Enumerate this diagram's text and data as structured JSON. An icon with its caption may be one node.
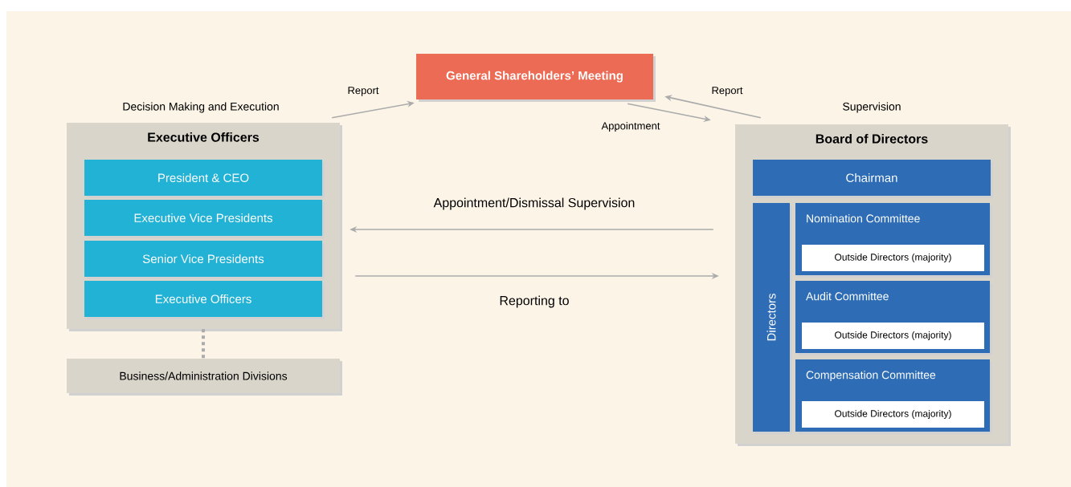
{
  "diagram": {
    "nodes": [
      {
        "text": [
          "General Shareholders’ Meeting"
        ]
      },
      {
        "text": [
          "Executive Officers"
        ],
        "beside": [
          "Decision Making and Execution"
        ]
      },
      {
        "text": [
          "President & CEO"
        ],
        "in": 1
      },
      {
        "text": [
          "Executive Vice Presidents"
        ],
        "in": 1
      },
      {
        "text": [
          "Senior Vice Presidents"
        ],
        "in": 1
      },
      {
        "text": [
          "Executive Officers"
        ],
        "in": 1
      },
      {
        "text": [
          "Business/Administration Divisions"
        ]
      },
      {
        "text": [
          "Board of Directors"
        ],
        "beside": [
          "Supervision"
        ]
      },
      {
        "text": [
          "Chairman"
        ],
        "in": 7
      },
      {
        "text": [
          "Directors"
        ],
        "in": 7
      },
      {
        "text": [
          "Nomination Committee"
        ],
        "in": 7
      },
      {
        "text": [
          "Outside Directors (majority)"
        ],
        "in": 10
      },
      {
        "text": [
          "Audit Committee"
        ],
        "in": 7
      },
      {
        "text": [
          "Outside Directors (majority)"
        ],
        "in": 12
      },
      {
        "text": [
          "Compensation Committee"
        ],
        "in": 7
      },
      {
        "text": [
          "Outside Directors (majority)"
        ],
        "in": 14
      }
    ],
    "edges": [
      {
        "from": 1,
        "to": 0,
        "arrow": "to",
        "label": "Report"
      },
      {
        "from": 0,
        "to": 7,
        "arrow": "to",
        "label": "Appointment"
      },
      {
        "from": 7,
        "to": 0,
        "arrow": "to",
        "label": "Report"
      },
      {
        "from": 7,
        "to": 1,
        "arrow": "to",
        "label": "Appointment/Dismissal Supervision"
      },
      {
        "from": 1,
        "to": 7,
        "arrow": "to",
        "label": "Reporting to"
      },
      {
        "from": 1,
        "to": 6,
        "arrow": "none",
        "style": "dashed"
      }
    ]
  }
}
